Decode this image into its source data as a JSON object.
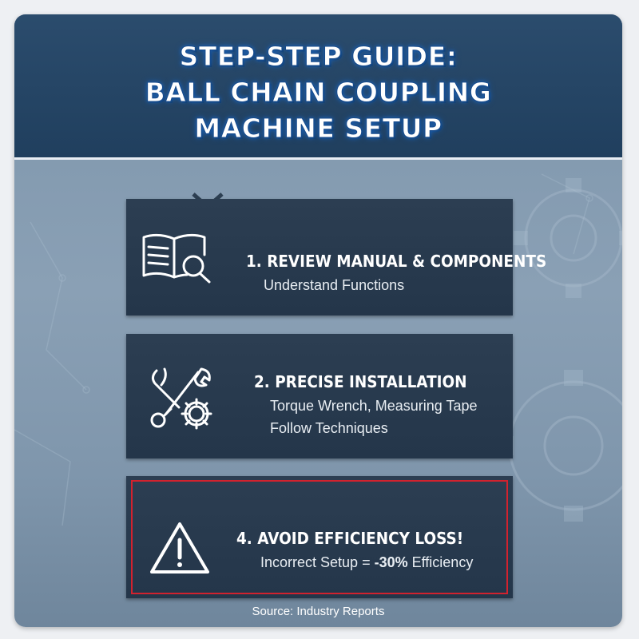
{
  "title": {
    "line1": "STEP-STEP GUIDE:",
    "line2": "BALL CHAIN COUPLING",
    "line3": "MACHINE SETUP"
  },
  "steps": [
    {
      "title": "1. REVIEW MANUAL & COMPONENTS",
      "lines": [
        "Understand Functions"
      ],
      "icon": "book-magnifier-icon"
    },
    {
      "title": "2. PRECISE INSTALLATION",
      "lines": [
        "Torque Wrench, Measuring Tape",
        "Follow Techniques"
      ],
      "icon": "tools-gear-icon"
    },
    {
      "title": "4. AVOID EFFICIENCY LOSS!",
      "line_prefix": "Incorrect Setup = ",
      "line_emphasis": "-30%",
      "line_suffix": " Efficiency",
      "icon": "warning-triangle-icon"
    }
  ],
  "source": "Source: Industry Reports",
  "colors": {
    "header": "#24435f",
    "panel": "#283a4e",
    "warning_border": "#d2222e",
    "background": "#8aa0b5"
  }
}
